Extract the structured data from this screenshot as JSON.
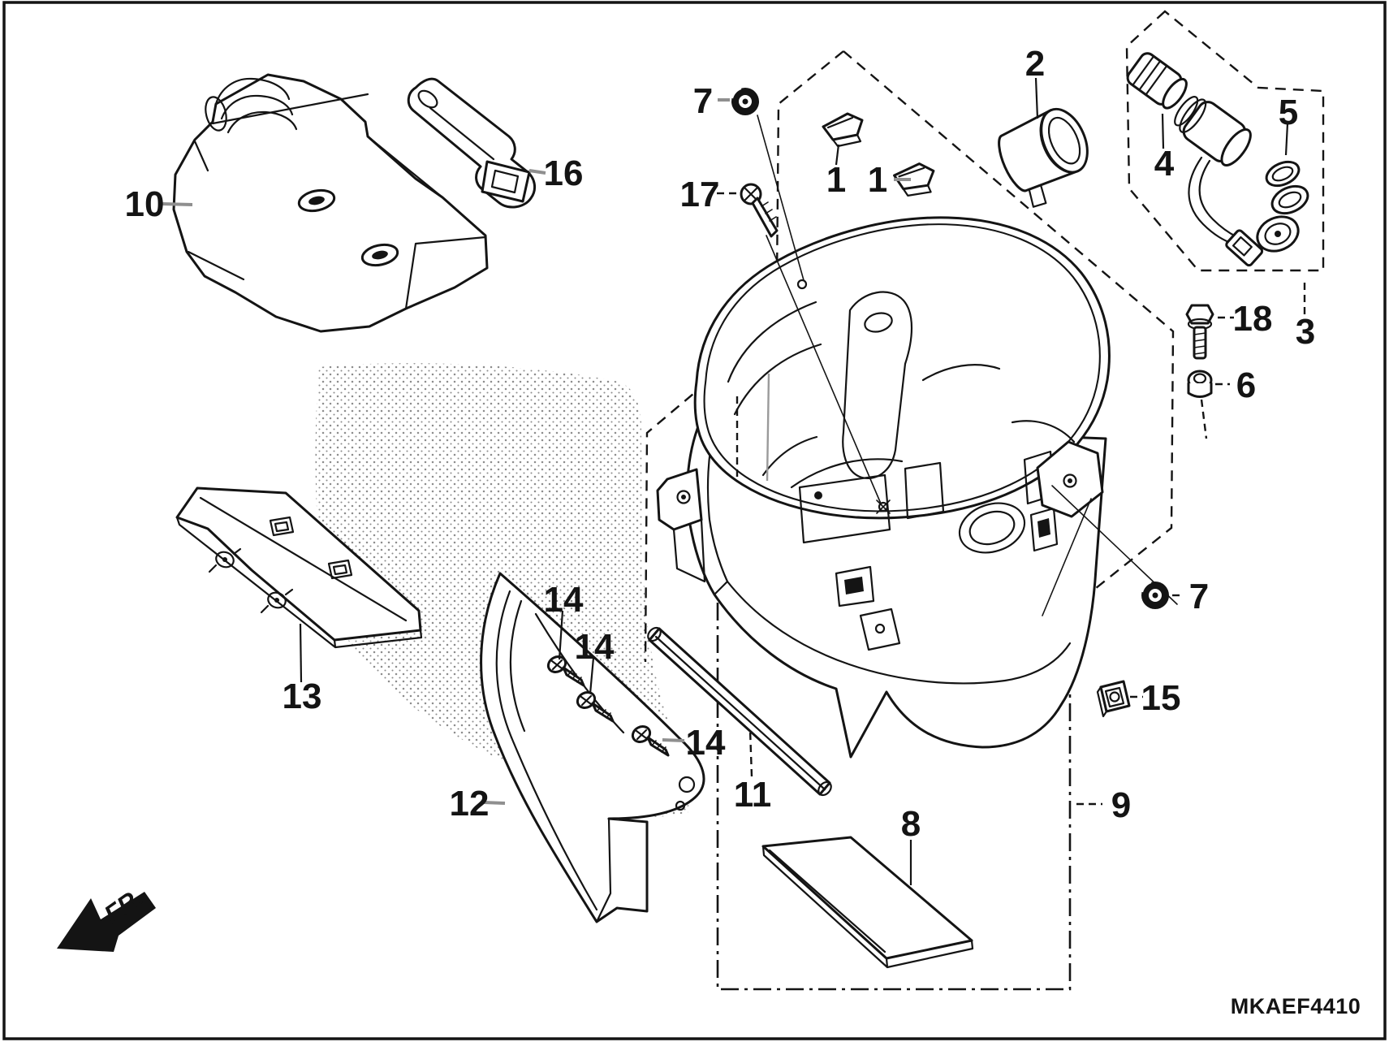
{
  "diagram": {
    "code": "MKAEF4410",
    "fr_label": "FR.",
    "background_color": "#ffffff",
    "line_color": "#141414",
    "leader_color": "#8f8f8f"
  },
  "callouts": [
    {
      "label": "10"
    },
    {
      "label": "16"
    },
    {
      "label": "7"
    },
    {
      "label": "17"
    },
    {
      "label": "1"
    },
    {
      "label": "1"
    },
    {
      "label": "2"
    },
    {
      "label": "4"
    },
    {
      "label": "5"
    },
    {
      "label": "3"
    },
    {
      "label": "18"
    },
    {
      "label": "6"
    },
    {
      "label": "7"
    },
    {
      "label": "15"
    },
    {
      "label": "9"
    },
    {
      "label": "8"
    },
    {
      "label": "11"
    },
    {
      "label": "12"
    },
    {
      "label": "13"
    },
    {
      "label": "14"
    },
    {
      "label": "14"
    },
    {
      "label": "14"
    }
  ]
}
